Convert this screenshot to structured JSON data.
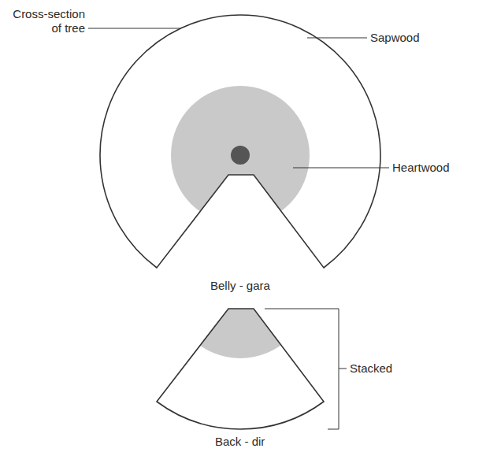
{
  "diagram": {
    "labels": [
      "Cross-section of tree",
      "Sapwood",
      "Heartwood",
      "Belly - gara",
      "Stacked",
      "Back - dir"
    ]
  }
}
